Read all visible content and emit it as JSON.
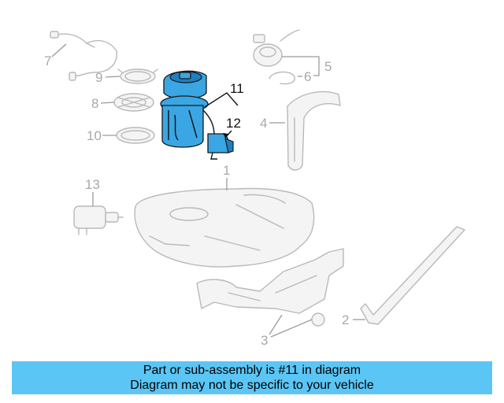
{
  "diagram": {
    "callouts": {
      "c1": "1",
      "c2": "2",
      "c3": "3",
      "c4": "4",
      "c5": "5",
      "c6": "6",
      "c7": "7",
      "c8": "8",
      "c9": "9",
      "c10": "10",
      "c11": "11",
      "c12": "12",
      "c13": "13"
    },
    "highlight_color": "#3aa6e3",
    "outline_color": "#b9b9b9"
  },
  "banner": {
    "line1": "Part or sub-assembly is #11 in diagram",
    "line2": "Diagram may not be specific to your vehicle",
    "background": "#5bc6f5"
  }
}
